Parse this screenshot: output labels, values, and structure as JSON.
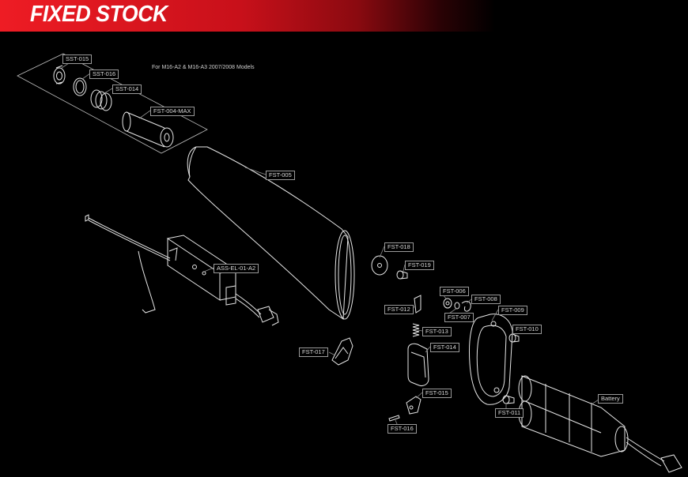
{
  "header": {
    "title": "FIXED STOCK",
    "color": "#ee1c24"
  },
  "note": "For M16-A2 & M16-A3 2007/2008 Models",
  "labels": {
    "sst015": "SST-015",
    "sst016": "SST-016",
    "sst014": "SST-014",
    "fst004": "FST-004-MAX",
    "fst005": "FST-005",
    "ass": "ASS-EL-01-A2",
    "fst018": "FST-018",
    "fst019": "FST-019",
    "fst006": "FST-006",
    "fst008": "FST-008",
    "fst012": "FST-012",
    "fst007": "FST-007",
    "fst009": "FST-009",
    "fst013": "FST-013",
    "fst010": "FST-010",
    "fst014": "FST-014",
    "fst017": "FST-017",
    "fst015": "FST-015",
    "fst011": "FST-011",
    "fst016": "FST-016",
    "battery": "Battery"
  }
}
